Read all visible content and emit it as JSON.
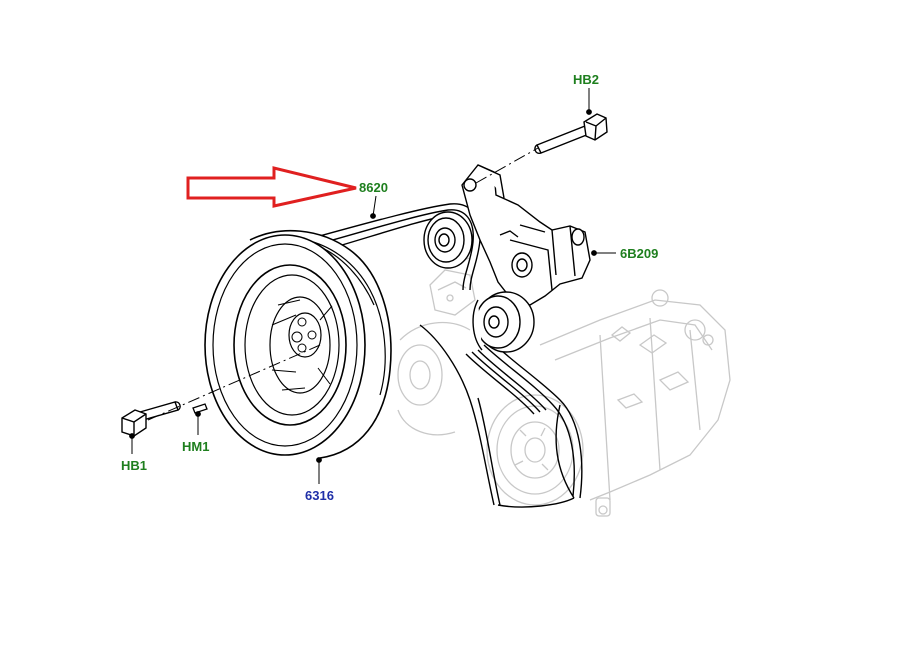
{
  "diagram": {
    "callouts": {
      "hb2": "HB2",
      "belt": "8620",
      "tensioner_bolt": "6B209",
      "hm1": "HM1",
      "hb1": "HB1",
      "crank_pulley": "6316"
    },
    "colors": {
      "callout_green": "#1e7f1e",
      "callout_blue": "#1f2fa8",
      "arrow_red": "#e02020",
      "part_line": "#000000",
      "ghost_line": "#c8c8c8"
    },
    "icons": {
      "highlight_arrow": "red-outline-right-arrow"
    }
  }
}
